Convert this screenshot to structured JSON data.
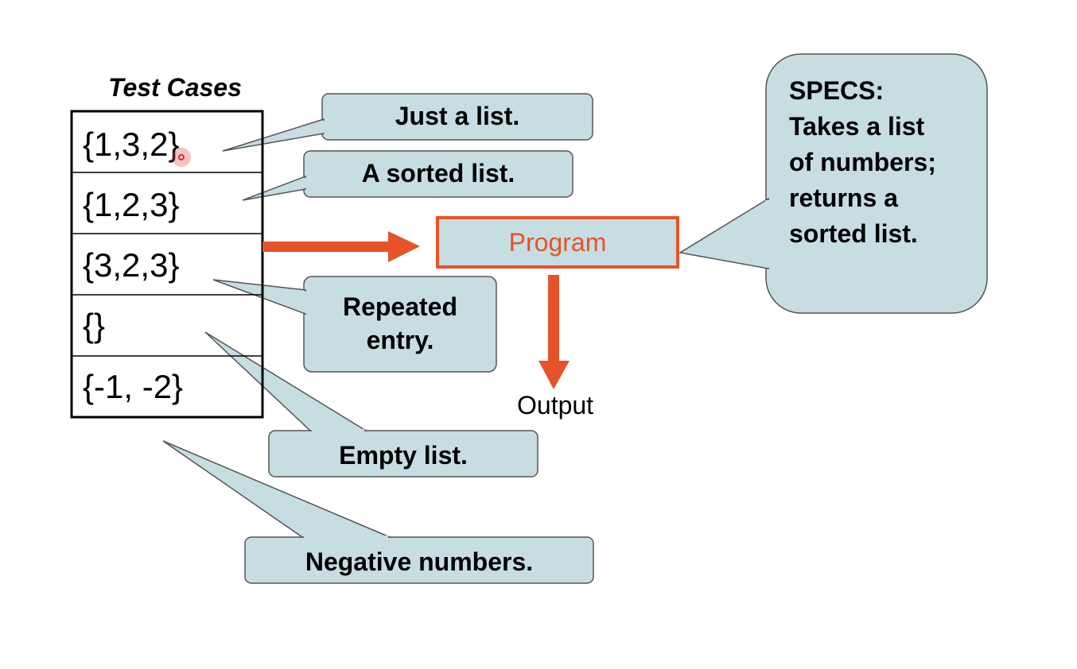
{
  "title": "Test Cases",
  "test_cases": [
    "{1,3,2}",
    "{1,2,3}",
    "{3,2,3}",
    "{}",
    "{-1, -2}"
  ],
  "callouts": {
    "just_a_list": "Just a list.",
    "sorted_list": "A sorted list.",
    "repeated_line1": "Repeated",
    "repeated_line2": "entry.",
    "empty_list": "Empty list.",
    "negative": "Negative numbers."
  },
  "program": "Program",
  "output": "Output",
  "specs": {
    "line1": "SPECS:",
    "line2": "Takes a list",
    "line3": "of numbers;",
    "line4": "returns a",
    "line5": "sorted list."
  },
  "colors": {
    "callout_fill": "#c6dde2",
    "accent": "#e6532a"
  }
}
